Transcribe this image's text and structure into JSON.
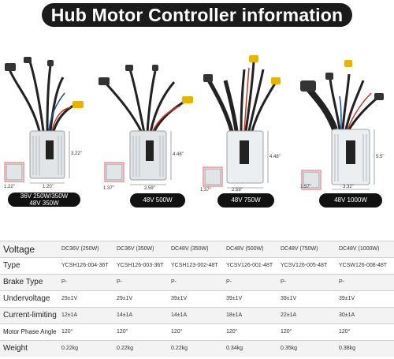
{
  "title": "Hub Motor Controller information",
  "products": [
    {
      "label_line1": "36V 250W/350W",
      "label_line2": "48V 350W",
      "height_dim": "3.22\"",
      "width_dim": "1.20\"",
      "depth_dim": "1.22\""
    },
    {
      "label": "48V 500W",
      "height_dim": "4.48\"",
      "width_dim": "2.59\"",
      "depth_dim": "1.37\""
    },
    {
      "label": "48V 750W",
      "height_dim": "4.48\"",
      "width_dim": "2.59\"",
      "depth_dim": "1.37\""
    },
    {
      "label": "48V 1000W",
      "height_dim": "5.5\"",
      "width_dim": "3.32\"",
      "depth_dim": "1.57\""
    }
  ],
  "table": {
    "rows": [
      {
        "label": "Voltage",
        "values": [
          "DC36V (250W)",
          "DC36V (350W)",
          "DC48V (350W)",
          "DC48V (500W)",
          "DC48V (750W)",
          "DC48V (1000W)"
        ]
      },
      {
        "label": "Type",
        "values": [
          "YCSH126-004-36T",
          "YCSH126-003-36T",
          "YCSH123-002-48T",
          "YCSV126-001-48T",
          "YCSV126-005-48T",
          "YCSW126-008-48T"
        ]
      },
      {
        "label": "Brake Type",
        "values": [
          "P-",
          "P-",
          "P-",
          "P-",
          "P-",
          "P-"
        ]
      },
      {
        "label": "Undervoltage",
        "values": [
          "29±1V",
          "29±1V",
          "39±1V",
          "39±1V",
          "39±1V",
          "39±1V"
        ]
      },
      {
        "label": "Current-limiting",
        "values": [
          "12±1A",
          "14±1A",
          "14±1A",
          "18±1A",
          "22±1A",
          "30±1A"
        ]
      },
      {
        "label": "Motor Phase Angle",
        "values": [
          "120°",
          "120°",
          "120°",
          "120°",
          "120°",
          "120°"
        ]
      },
      {
        "label": "Weight",
        "values": [
          "0.22kg",
          "0.22kg",
          "0.22kg",
          "0.34kg",
          "0.35kg",
          "0.38kg"
        ]
      }
    ]
  },
  "colors": {
    "banner": "#1b1b1b",
    "connector_yellow": "#e8b400",
    "wire_red": "#c0392b",
    "housing": "#e2e5e8"
  }
}
